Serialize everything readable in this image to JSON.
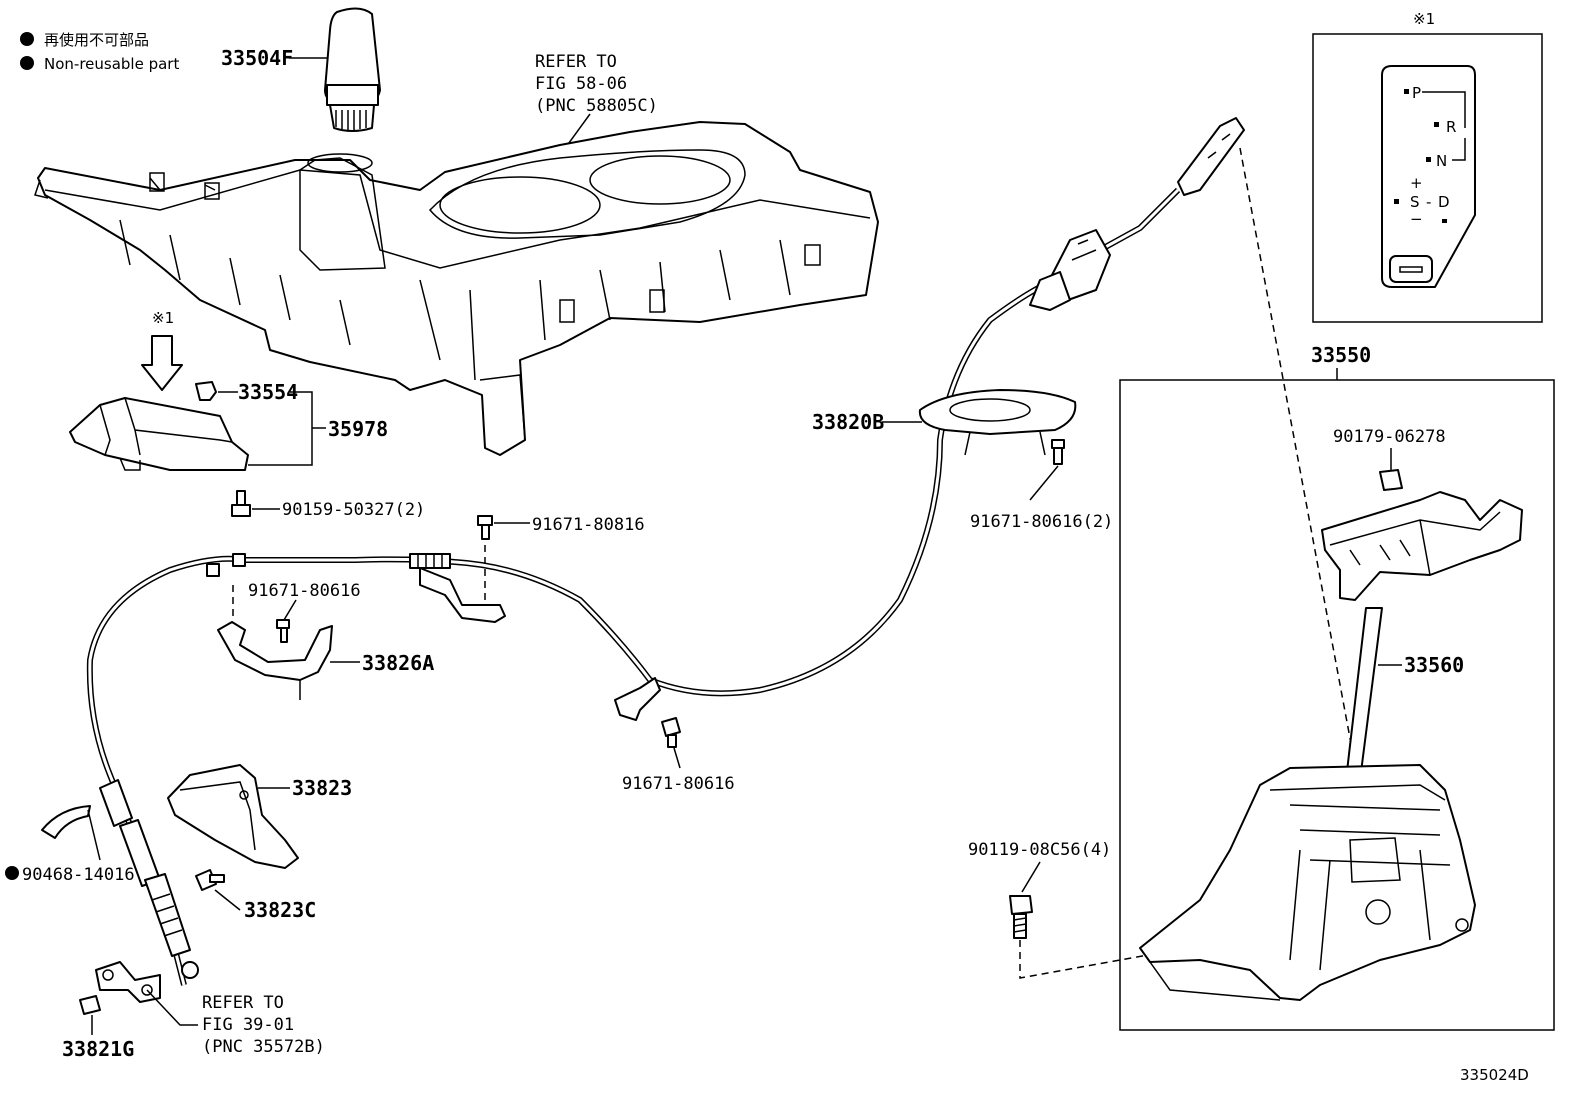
{
  "legend": {
    "jp": "再使用不可部品",
    "en": "Non-reusable part"
  },
  "refs": {
    "fig58_l1": "REFER TO",
    "fig58_l2": "FIG 58-06",
    "fig58_l3": "(PNC 58805C)",
    "fig39_l1": "REFER TO",
    "fig39_l2": "FIG 39-01",
    "fig39_l3": "(PNC 35572B)"
  },
  "parts": {
    "p33504F": "33504F",
    "p33554": "33554",
    "p35978": "35978",
    "p90159": "90159-50327(2)",
    "p91671_80816": "91671-80816",
    "p91671_80616a": "91671-80616",
    "p33826A": "33826A",
    "p91671_80616b": "91671-80616",
    "p33820B": "33820B",
    "p91671_80616c": "91671-80616(2)",
    "p33823": "33823",
    "p33823C": "33823C",
    "p90468": "90468-14016",
    "p33821G": "33821G",
    "p33550": "33550",
    "p90179": "90179-06278",
    "p33560": "33560",
    "p90119": "90119-08C56(4)"
  },
  "note_mark_top": "※1",
  "note_mark_left": "※1",
  "shift_pattern": {
    "p": "P",
    "r": "R",
    "n": "N",
    "s": "S",
    "d": "D",
    "plus": "+",
    "minus": "−"
  },
  "illustration_id": "335024D"
}
